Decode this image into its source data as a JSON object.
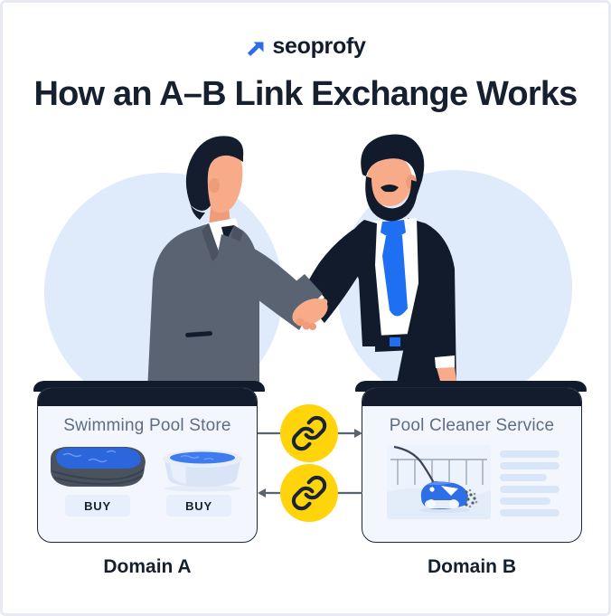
{
  "logo": {
    "brand": "seoprofy",
    "arrow_icon": "arrow-up-right-icon",
    "accent_color": "#2e6ee4"
  },
  "title": "How an A–B Link Exchange Works",
  "domain_a": {
    "label": "Domain A",
    "site_title": "Swimming Pool Store",
    "buy_button_1": "BUY",
    "buy_button_2": "BUY",
    "illustrations": [
      "oval-frame-pool",
      "round-inflatable-pool"
    ]
  },
  "domain_b": {
    "label": "Domain B",
    "site_title": "Pool Cleaner Service",
    "placeholder_line_count": 6,
    "illustration": "robotic-pool-cleaner"
  },
  "exchange": {
    "link_icon": "chain-link-icon",
    "top_arrow_direction": "a-to-b",
    "bottom_arrow_direction": "b-to-a"
  },
  "colors": {
    "accent_blue": "#2e6ee4",
    "navy": "#131c2c",
    "link_yellow": "#ffd40a",
    "card_bg": "#f3f7fd",
    "bg_circle": "#dfeafa",
    "arrow_gray": "#5c636e"
  }
}
